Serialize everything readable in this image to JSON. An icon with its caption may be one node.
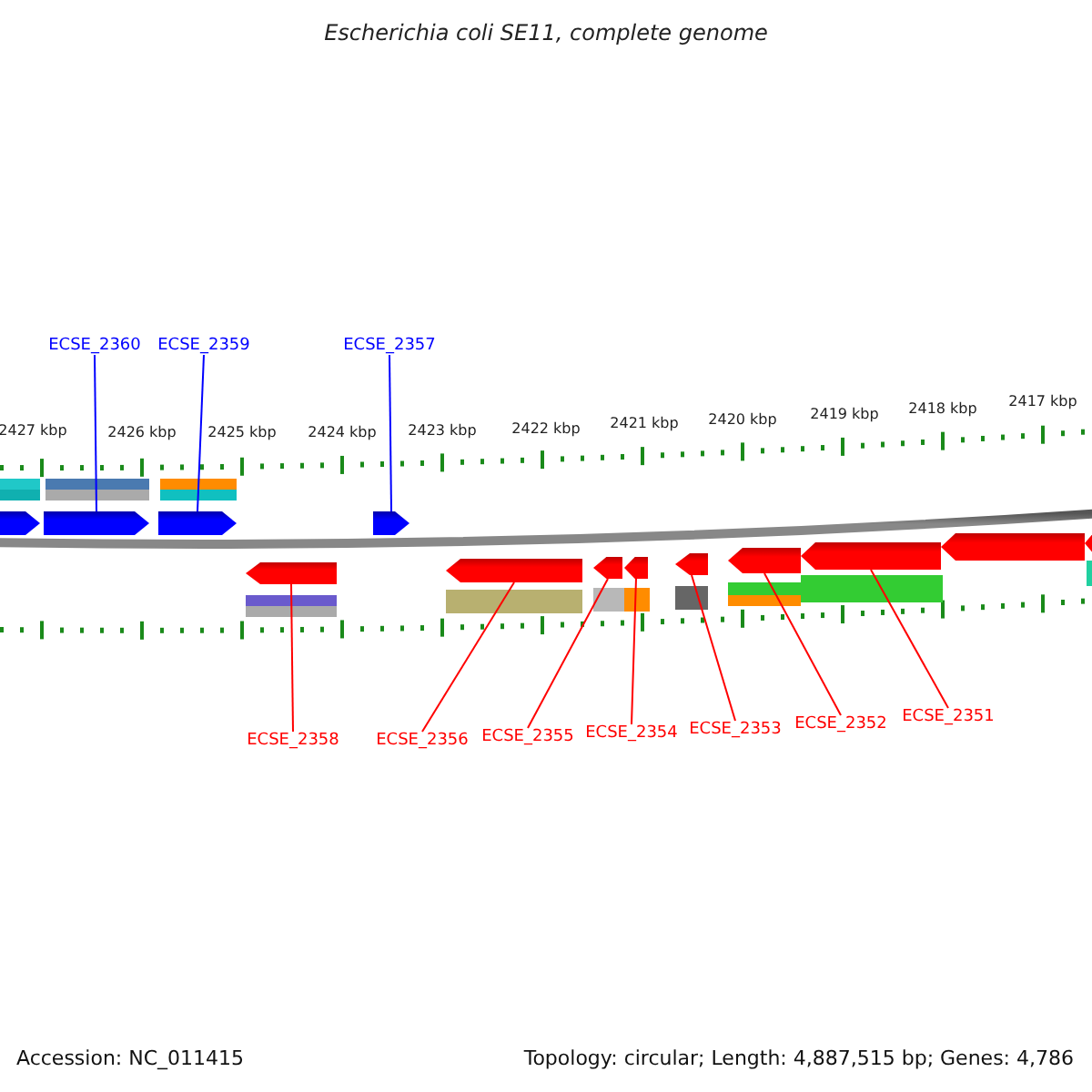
{
  "diagram": {
    "title": "Escherichia coli SE11, complete genome",
    "nodes": [
      {
        "text": [
          "ECSE_2360"
        ]
      },
      {
        "text": [
          "ECSE_2359"
        ]
      },
      {
        "text": [
          "ECSE_2357"
        ]
      },
      {
        "text": [],
        "shape": "arrow"
      },
      {
        "text": [],
        "shape": "arrow"
      },
      {
        "text": [],
        "shape": "arrow"
      },
      {
        "text": [],
        "shape": "arrow"
      },
      {
        "text": [],
        "shape": "arrow"
      },
      {
        "text": [],
        "shape": "arrow"
      },
      {
        "text": [],
        "shape": "arrow"
      },
      {
        "text": [],
        "shape": "arrow"
      },
      {
        "text": [],
        "shape": "arrow"
      },
      {
        "text": [],
        "shape": "arrow"
      },
      {
        "text": [],
        "shape": "arrow"
      },
      {
        "text": [],
        "shape": "arrow"
      },
      {
        "text": [],
        "shape": "arrow"
      },
      {
        "text": [
          "ECSE_2358"
        ]
      },
      {
        "text": [
          "ECSE_2356"
        ]
      },
      {
        "text": [
          "ECSE_2355"
        ]
      },
      {
        "text": [
          "ECSE_2354"
        ]
      },
      {
        "text": [
          "ECSE_2353"
        ]
      },
      {
        "text": [
          "ECSE_2352"
        ]
      },
      {
        "text": [
          "ECSE_2351"
        ]
      }
    ],
    "edges": [
      {
        "from": 0,
        "to": 4,
        "arrow": "none",
        "color": "#0000ff"
      },
      {
        "from": 1,
        "to": 5,
        "arrow": "none",
        "color": "#0000ff"
      },
      {
        "from": 2,
        "to": 6,
        "arrow": "none",
        "color": "#0000ff"
      },
      {
        "from": 16,
        "to": 7,
        "arrow": "none"
      },
      {
        "from": 17,
        "to": 8,
        "arrow": "none"
      },
      {
        "from": 18,
        "to": 9,
        "arrow": "none"
      },
      {
        "from": 19,
        "to": 10,
        "arrow": "none"
      },
      {
        "from": 20,
        "to": 11,
        "arrow": "none"
      },
      {
        "from": 21,
        "to": 12,
        "arrow": "none"
      },
      {
        "from": 22,
        "to": 13,
        "arrow": "none"
      }
    ],
    "labels": [
      "2427 kbp",
      "2426 kbp",
      "2425 kbp",
      "2424 kbp",
      "2423 kbp",
      "2422 kbp",
      "2421 kbp",
      "2420 kbp",
      "2419 kbp",
      "2418 kbp",
      "2417 kbp",
      "Accession: NC_011415",
      "Topology: circular; Length: 4,887,515 bp; Genes: 4,786"
    ]
  }
}
